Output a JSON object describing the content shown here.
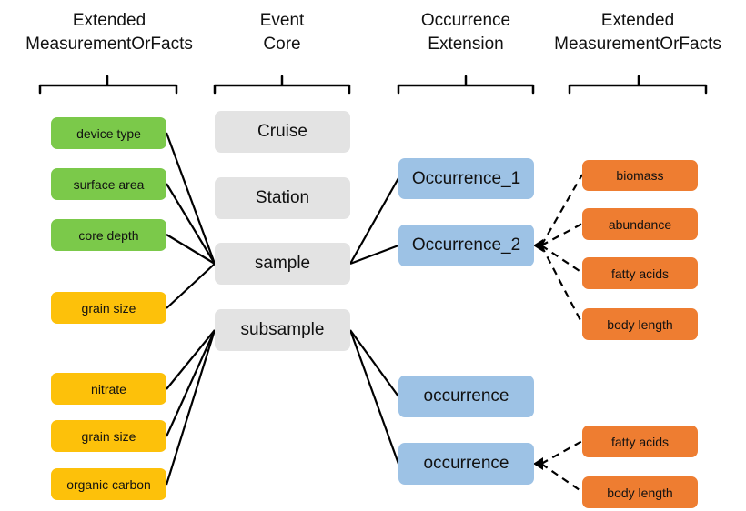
{
  "headers": {
    "emof_left": [
      "Extended",
      "MeasurementOrFacts"
    ],
    "event_core": [
      "Event",
      "Core"
    ],
    "occurrence_ext": [
      "Occurrence",
      "Extension"
    ],
    "emof_right": [
      "Extended",
      "MeasurementOrFacts"
    ]
  },
  "emof_left": {
    "sample": [
      "device type",
      "surface area",
      "core depth",
      "grain size"
    ],
    "subsample": [
      "nitrate",
      "grain size",
      "organic carbon"
    ]
  },
  "events": [
    "Cruise",
    "Station",
    "sample",
    "subsample"
  ],
  "occurrences": [
    "Occurrence_1",
    "Occurrence_2",
    "occurrence",
    "occurrence"
  ],
  "emof_right": {
    "occurrence_2": [
      "biomass",
      "abundance",
      "fatty acids",
      "body length"
    ],
    "occurrence_last": [
      "fatty acids",
      "body length"
    ]
  },
  "colors": {
    "green": "#7bc94a",
    "yellow": "#fdc10a",
    "gray": "#e3e3e3",
    "blue": "#9dc2e5",
    "orange": "#ee7d31"
  }
}
